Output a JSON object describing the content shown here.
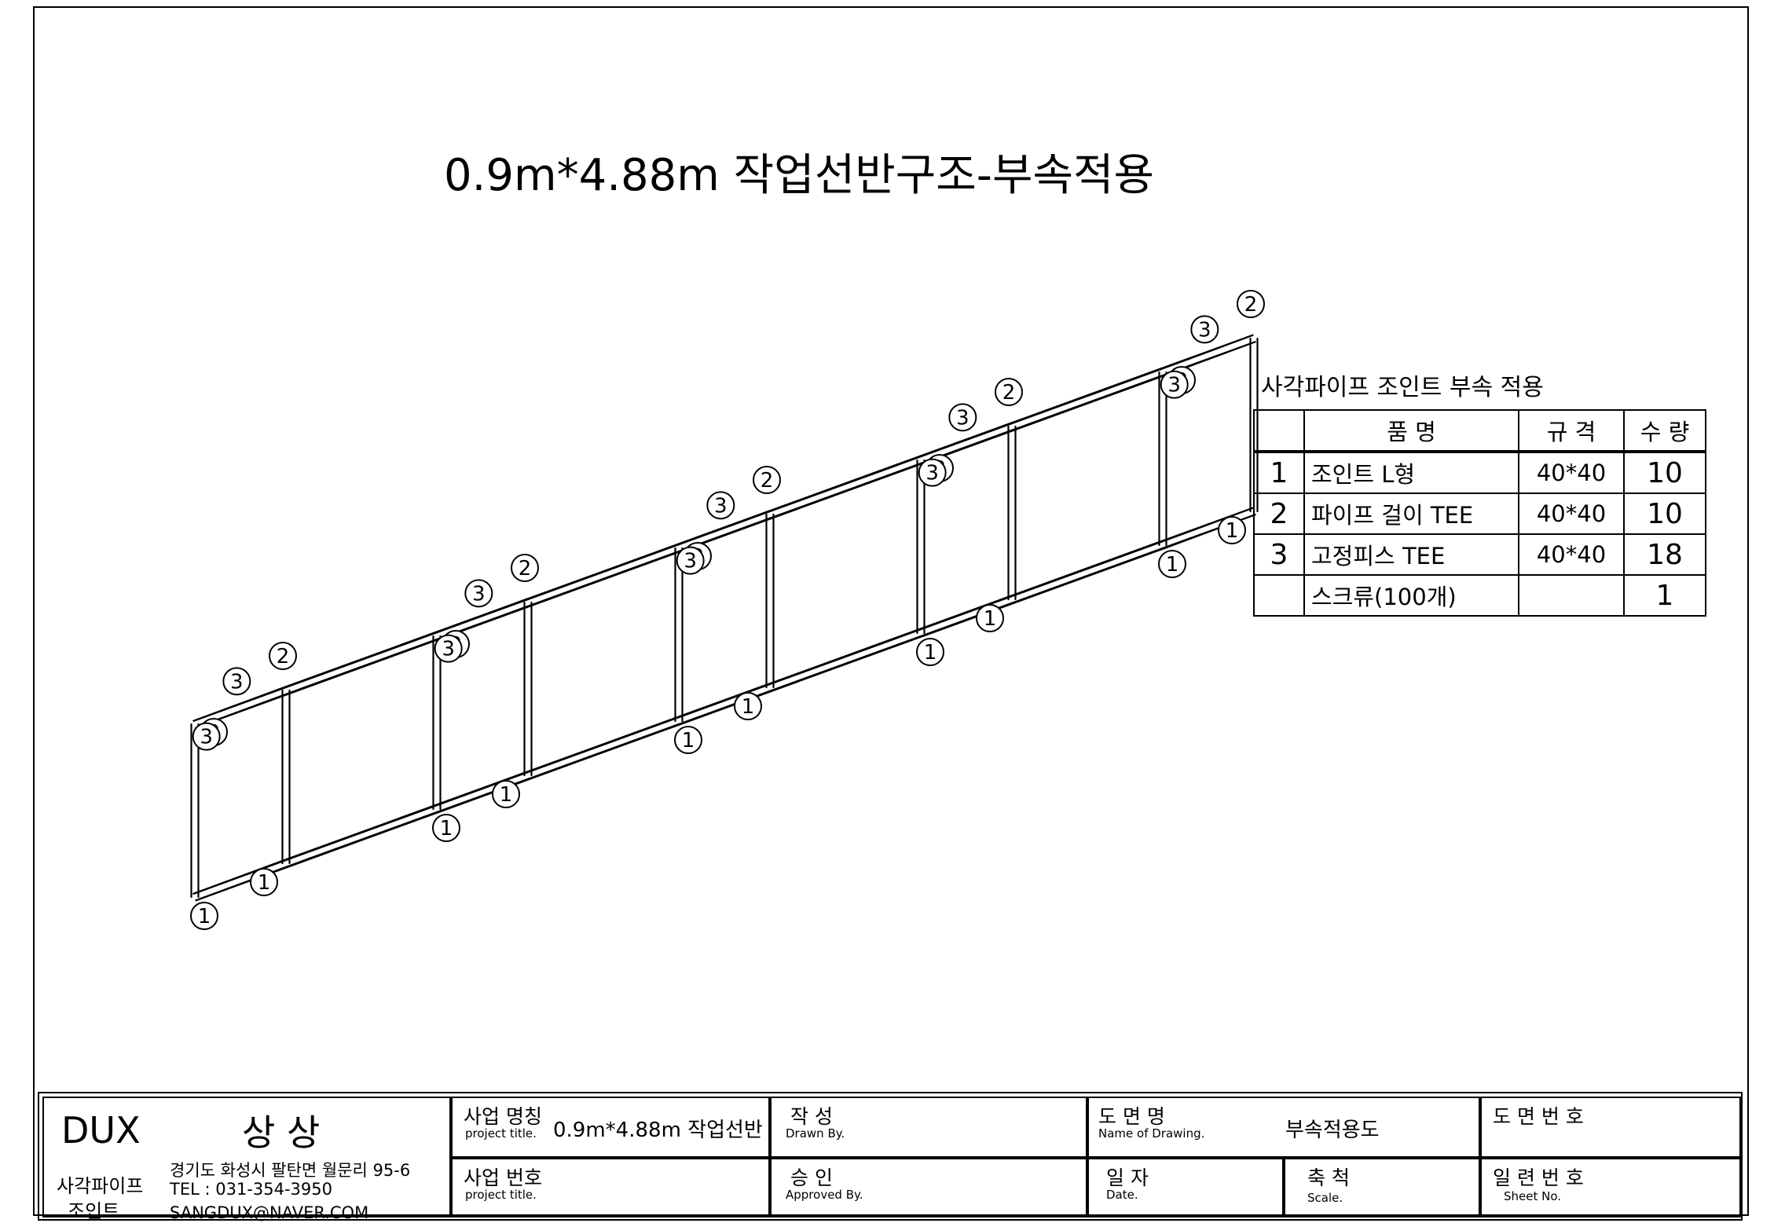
{
  "title": "0.9m*4.88m 작업선반구조-부속적용",
  "callouts": {
    "one": "1",
    "two": "2",
    "three": "3"
  },
  "parts_table": {
    "title": "사각파이프 조인트 부속 적용",
    "headers": {
      "name": "품   명",
      "spec": "규   격",
      "qty": "수  량"
    },
    "rows": [
      {
        "no": "1",
        "name": "조인트 L형",
        "spec": "40*40",
        "qty": "10"
      },
      {
        "no": "2",
        "name": "파이프 걸이 TEE",
        "spec": "40*40",
        "qty": "10"
      },
      {
        "no": "3",
        "name": "고정피스 TEE",
        "spec": "40*40",
        "qty": "18"
      },
      {
        "no": "",
        "name": "스크류(100개)",
        "spec": "",
        "qty": "1"
      }
    ]
  },
  "title_block": {
    "company": "DUX",
    "company_kr": "상 상",
    "product_line1": "사각파이프",
    "product_line2": "조인트",
    "address": "경기도 화성시 팔탄면 월문리 95-6",
    "tel": "TEL : 031-354-3950",
    "email": "SANGDUX@NAVER.COM",
    "project_name_label": "사업 명칭",
    "project_name_sub": "project title.",
    "project_name_value": "0.9m*4.88m 작업선반",
    "project_no_label": "사업 번호",
    "project_no_sub": "project title.",
    "drawn_label": "작   성",
    "drawn_sub": "Drawn By.",
    "approved_label": "승   인",
    "approved_sub": "Approved By.",
    "drawing_name_label": "도 면 명",
    "drawing_name_sub": "Name of Drawing.",
    "drawing_name_value": "부속적용도",
    "date_label": "일   자",
    "date_sub": "Date.",
    "scale_label": "축 척",
    "scale_sub": "Scale.",
    "drawing_no_label": "도 면 번 호",
    "sheet_no_label": "일 련 번 호",
    "sheet_no_sub": "Sheet No."
  }
}
